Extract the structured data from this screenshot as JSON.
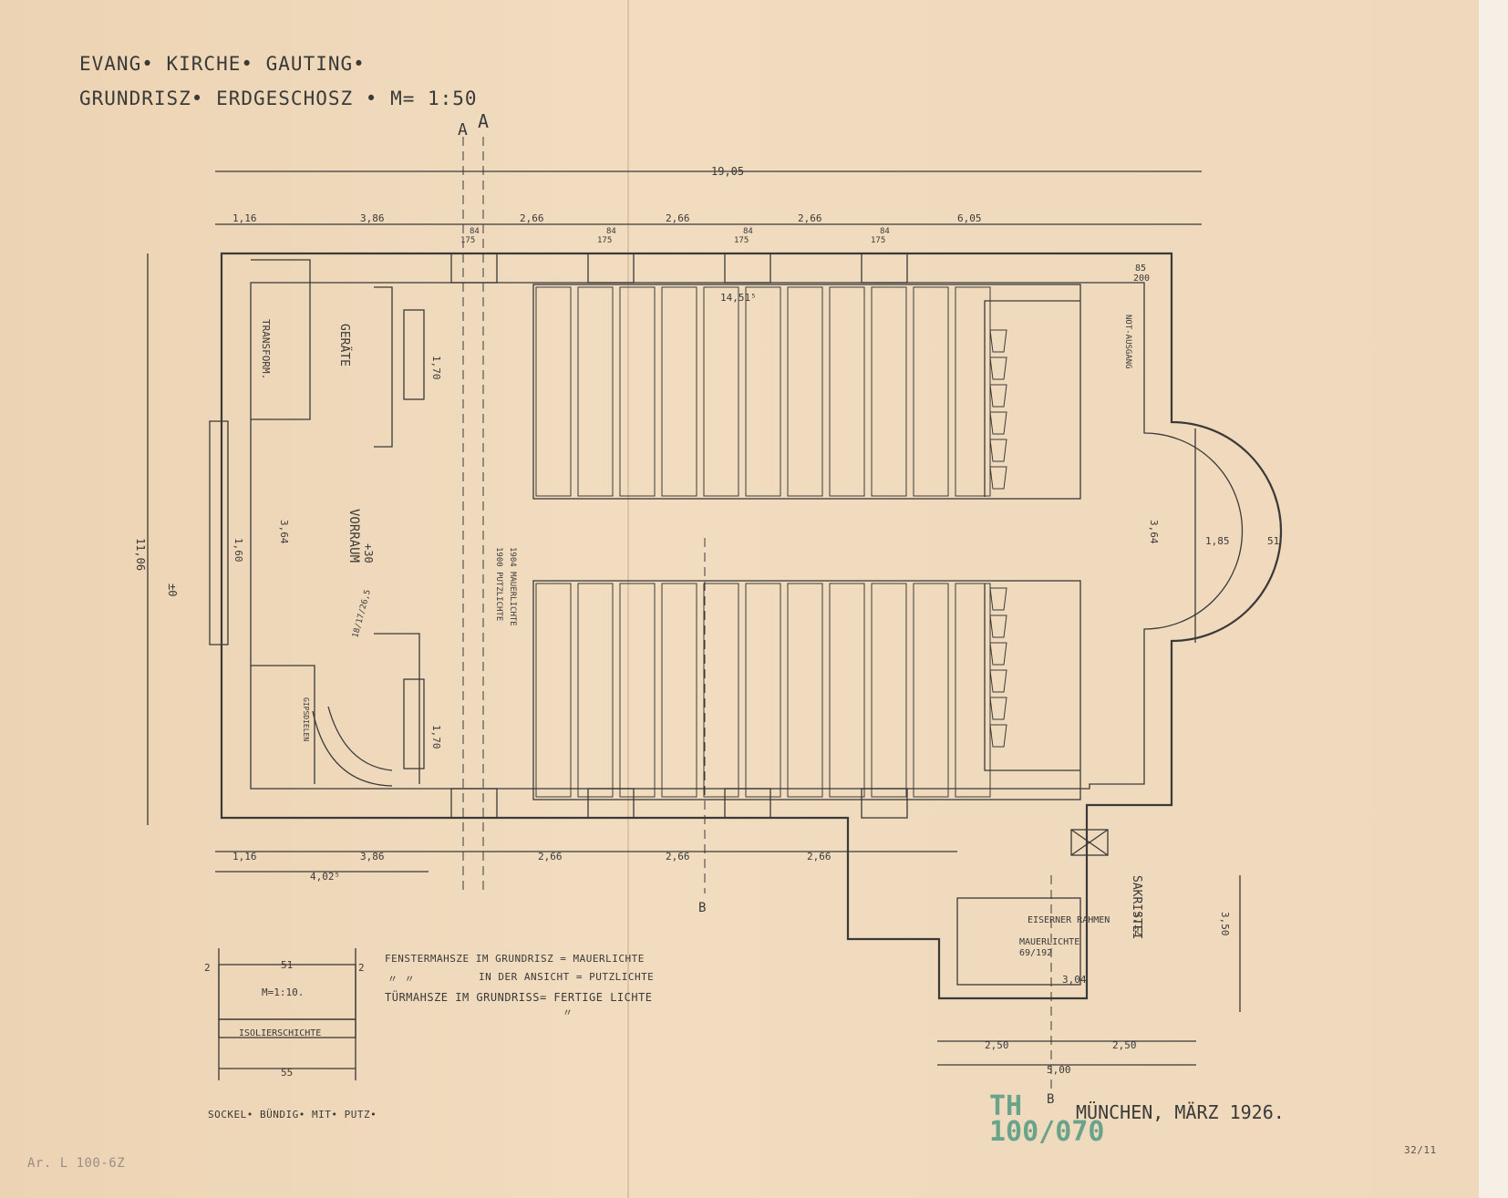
{
  "title": {
    "line1": "EVANG• KIRCHE• GAUTING•",
    "line2": "GRUNDRISZ• ERDGESCHOSZ • M= 1:50"
  },
  "section_marks": [
    "A",
    "A",
    "B",
    "B"
  ],
  "rooms": {
    "transform": "TRANSFORM.",
    "geraete": "GERÄTE",
    "vorraum": "VORRAUM",
    "vorraum_level": "+30",
    "level_zero": "±0",
    "sakristei": "SAKRISTEI",
    "notausgang": "NOT-AUSGANG"
  },
  "dimensions": {
    "overall_length": "19,05",
    "top_row": [
      "1,16",
      "3,86",
      "2,66",
      "2,66",
      "2,66",
      "6,05"
    ],
    "bottom_row": [
      "1,16",
      "3,86",
      "2,66",
      "2,66",
      "2,66"
    ],
    "bottom_sub": "4,02⁵",
    "overall_width": "11,06",
    "nave_inner": "14,51⁵",
    "apse_width": "3,64",
    "apse_radius": "1,85",
    "apse_wall": "51",
    "vorraum_width": "3,64",
    "vorraum_door": "1,60",
    "window_height": "1,70",
    "sakristei_depth": "3,50",
    "sakristei_inner": "3,12",
    "sakristei_width": "5,00",
    "sakristei_halves": [
      "2,50",
      "2,50"
    ],
    "sakristei_wall": "3,04",
    "mauerlichte": "1904 MAUERLICHTE",
    "putzlichte": "1900 PUTZLICHTE",
    "window_widths": [
      "84",
      "84",
      "84",
      "84"
    ],
    "window_labels": [
      "175",
      "175",
      "175",
      "175"
    ],
    "door_85_200": [
      "85",
      "200"
    ],
    "eiserner_rahmen": "EISERNER RAHMEN",
    "mauerlichte_note": "MAUERLICHTE",
    "rahmen_dims": "69/192",
    "gipsdielen": "GIPSDIELEN",
    "stair": "18/17/26,5"
  },
  "detail": {
    "scale": "M=1:10.",
    "top": "51",
    "bottom": "55",
    "sides": [
      "2",
      "2"
    ],
    "isolation": "ISOLIERSCHICHTE",
    "caption": "SOCKEL• BÜNDIG• MIT• PUTZ•"
  },
  "notes": {
    "line1": "FENSTERMAHSZE IM GRUNDRISZ = MAUERLICHTE",
    "line2": "IN DER ANSICHT = PUTZLICHTE",
    "ditto": "〃      〃",
    "line3": "TÜRMAHSZE IM GRUNDRISS= FERTIGE LICHTE",
    "ditto3": "〃"
  },
  "place_date": "MÜNCHEN, MÄRZ 1926.",
  "stamp": {
    "line1": "TH",
    "line2": "100/070"
  },
  "sheet_number": "32/11",
  "archive_pencil": "Ar. L 100-6Z"
}
